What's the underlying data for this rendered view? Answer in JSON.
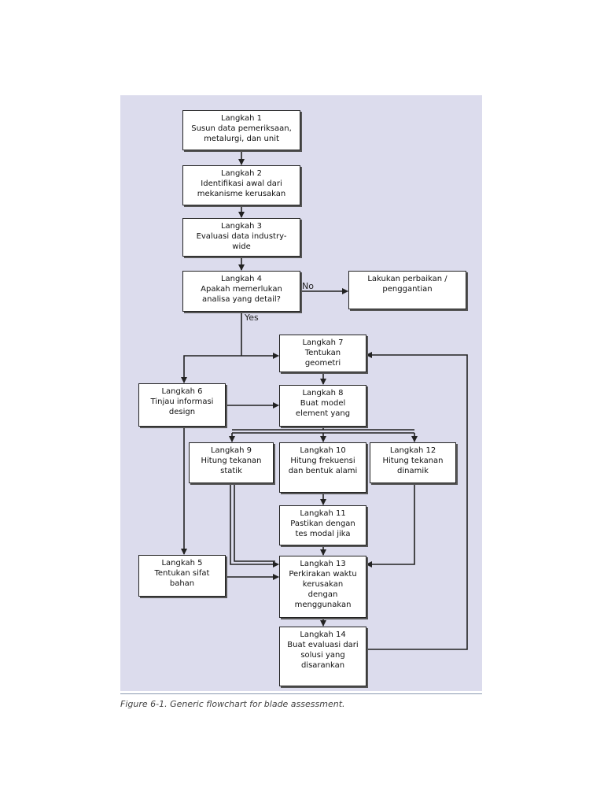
{
  "steps": {
    "s1": {
      "lines": [
        "Langkah 1",
        "Susun data pemeriksaan,",
        "metalurgi, dan unit"
      ]
    },
    "s2": {
      "lines": [
        "Langkah 2",
        "Identifikasi awal dari",
        "mekanisme kerusakan"
      ]
    },
    "s3": {
      "lines": [
        "Langkah 3",
        "Evaluasi data industry-",
        "wide"
      ]
    },
    "s4": {
      "lines": [
        "Langkah 4",
        "Apakah memerlukan",
        "analisa yang detail?"
      ]
    },
    "fix": {
      "lines": [
        "Lakukan perbaikan /",
        "penggantian"
      ]
    },
    "s7": {
      "lines": [
        "Langkah 7",
        "Tentukan",
        "geometri"
      ]
    },
    "s6": {
      "lines": [
        "Langkah 6",
        "Tinjau informasi",
        "design"
      ]
    },
    "s8": {
      "lines": [
        "Langkah 8",
        "Buat model",
        "element yang"
      ]
    },
    "s9": {
      "lines": [
        "Langkah 9",
        "Hitung tekanan",
        "statik"
      ]
    },
    "s10": {
      "lines": [
        "Langkah 10",
        "Hitung frekuensi",
        "dan bentuk alami"
      ]
    },
    "s12": {
      "lines": [
        "Langkah 12",
        "Hitung tekanan",
        "dinamik"
      ]
    },
    "s11": {
      "lines": [
        "Langkah 11",
        "Pastikan dengan",
        "tes modal jika"
      ]
    },
    "s5": {
      "lines": [
        "Langkah 5",
        "Tentukan sifat",
        "bahan"
      ]
    },
    "s13": {
      "lines": [
        "Langkah 13",
        "Perkirakan waktu",
        "kerusakan",
        "dengan",
        "menggunakan"
      ]
    },
    "s14": {
      "lines": [
        "Langkah 14",
        "Buat evaluasi dari",
        "solusi yang",
        "disarankan"
      ]
    }
  },
  "labels": {
    "no": "No",
    "yes": "Yes"
  },
  "caption": "Figure 6-1. Generic flowchart for blade assessment.",
  "colors": {
    "panel": "#dcdced",
    "box_border": "#222222",
    "connector": "#222222",
    "caption": "#444444"
  }
}
